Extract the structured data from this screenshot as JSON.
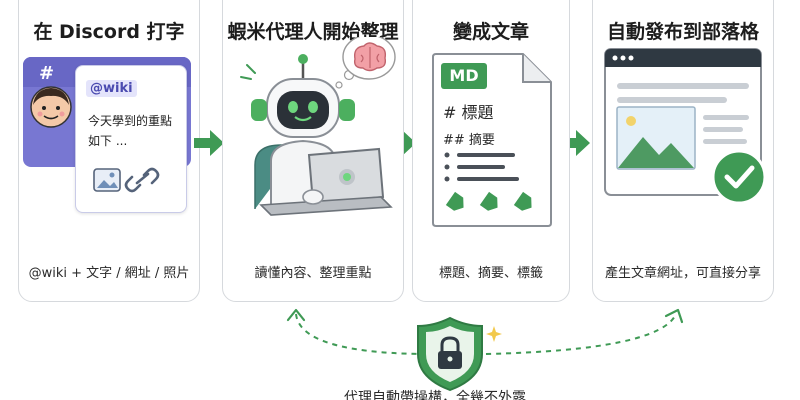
{
  "colors": {
    "accent": "#3f9a55",
    "chat": "#7877d2",
    "border": "#d6d9dd"
  },
  "steps": [
    {
      "title": "在 Discord 打字",
      "caption": "@wiki + 文字 / 網址 / 照片",
      "chat": {
        "channel_symbol": "#",
        "mention": "@wiki",
        "message_line1": "今天學到的重點",
        "message_line2": "如下 ..."
      },
      "icons": [
        "image-icon",
        "link-icon",
        "avatar-icon"
      ]
    },
    {
      "title": "蝦米代理人開始整理",
      "caption": "讀懂內容、整理重點",
      "icons": [
        "robot-icon",
        "brain-icon",
        "laptop-icon"
      ]
    },
    {
      "title": "變成文章",
      "caption": "標題、摘要、標籤",
      "doc": {
        "badge": "MD",
        "heading1": "# 標題",
        "heading2": "## 摘要"
      },
      "icons": [
        "markdown-document-icon",
        "tag-icon"
      ]
    },
    {
      "title": "自動發布到部落格",
      "caption": "產生文章網址，可直接分享",
      "icons": [
        "browser-window-icon",
        "check-icon"
      ]
    }
  ],
  "footer": {
    "text": "代理自動帶操構，全幾不外露",
    "icons": [
      "shield-lock-icon",
      "sparkle-icon",
      "loop-arrow-icon"
    ]
  }
}
